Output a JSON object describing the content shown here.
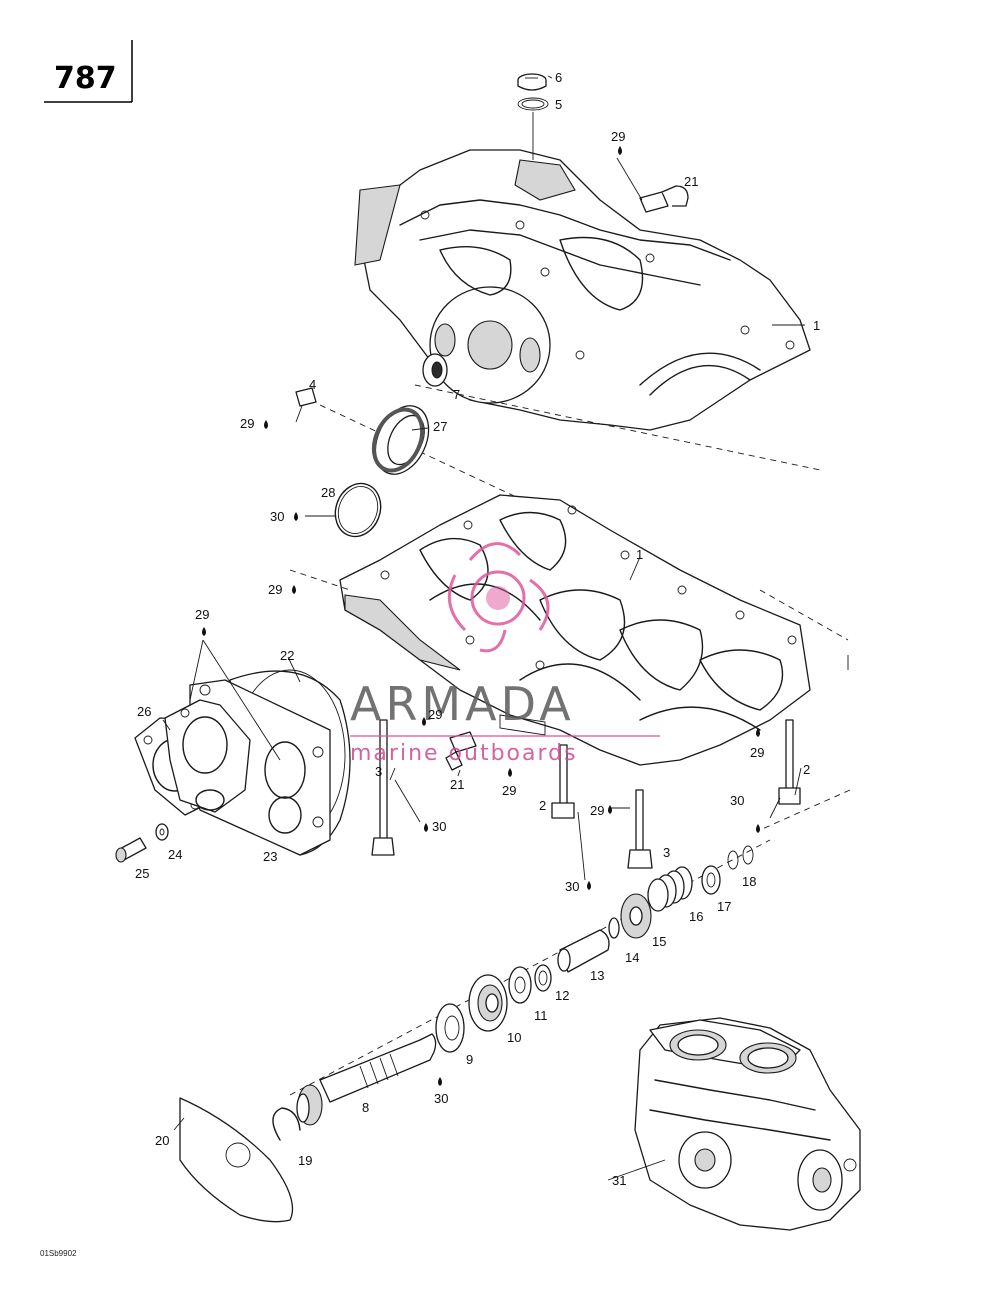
{
  "page_number": "787",
  "reference_code": "01Sb9902",
  "watermark": {
    "title": "ARMADA",
    "subtitle": "marine outboards",
    "logo_color": "#e0579b",
    "text_color": "#5a5a5a"
  },
  "callouts": [
    {
      "id": "c6",
      "text": "6"
    },
    {
      "id": "c5",
      "text": "5"
    },
    {
      "id": "c29a",
      "text": "29"
    },
    {
      "id": "c21a",
      "text": "21"
    },
    {
      "id": "c1a",
      "text": "1"
    },
    {
      "id": "c7",
      "text": "7"
    },
    {
      "id": "c4",
      "text": "4"
    },
    {
      "id": "c29b",
      "text": "29"
    },
    {
      "id": "c27",
      "text": "27"
    },
    {
      "id": "c28",
      "text": "28"
    },
    {
      "id": "c30a",
      "text": "30"
    },
    {
      "id": "c1b",
      "text": "1"
    },
    {
      "id": "c29c",
      "text": "29"
    },
    {
      "id": "c29d",
      "text": "29"
    },
    {
      "id": "c22",
      "text": "22"
    },
    {
      "id": "c26",
      "text": "26"
    },
    {
      "id": "c29e",
      "text": "29"
    },
    {
      "id": "c3a",
      "text": "3"
    },
    {
      "id": "c21b",
      "text": "21"
    },
    {
      "id": "c29f",
      "text": "29"
    },
    {
      "id": "c29g",
      "text": "29"
    },
    {
      "id": "c2a",
      "text": "2"
    },
    {
      "id": "c30b",
      "text": "30"
    },
    {
      "id": "c30c",
      "text": "30"
    },
    {
      "id": "c2b",
      "text": "2"
    },
    {
      "id": "c29h",
      "text": "29"
    },
    {
      "id": "c24",
      "text": "24"
    },
    {
      "id": "c23",
      "text": "23"
    },
    {
      "id": "c25",
      "text": "25"
    },
    {
      "id": "c3b",
      "text": "3"
    },
    {
      "id": "c18",
      "text": "18"
    },
    {
      "id": "c30d",
      "text": "30"
    },
    {
      "id": "c17",
      "text": "17"
    },
    {
      "id": "c16",
      "text": "16"
    },
    {
      "id": "c15",
      "text": "15"
    },
    {
      "id": "c14",
      "text": "14"
    },
    {
      "id": "c13",
      "text": "13"
    },
    {
      "id": "c12",
      "text": "12"
    },
    {
      "id": "c11",
      "text": "11"
    },
    {
      "id": "c10",
      "text": "10"
    },
    {
      "id": "c9",
      "text": "9"
    },
    {
      "id": "c30e",
      "text": "30"
    },
    {
      "id": "c8",
      "text": "8"
    },
    {
      "id": "c20",
      "text": "20"
    },
    {
      "id": "c19",
      "text": "19"
    },
    {
      "id": "c31",
      "text": "31"
    }
  ]
}
